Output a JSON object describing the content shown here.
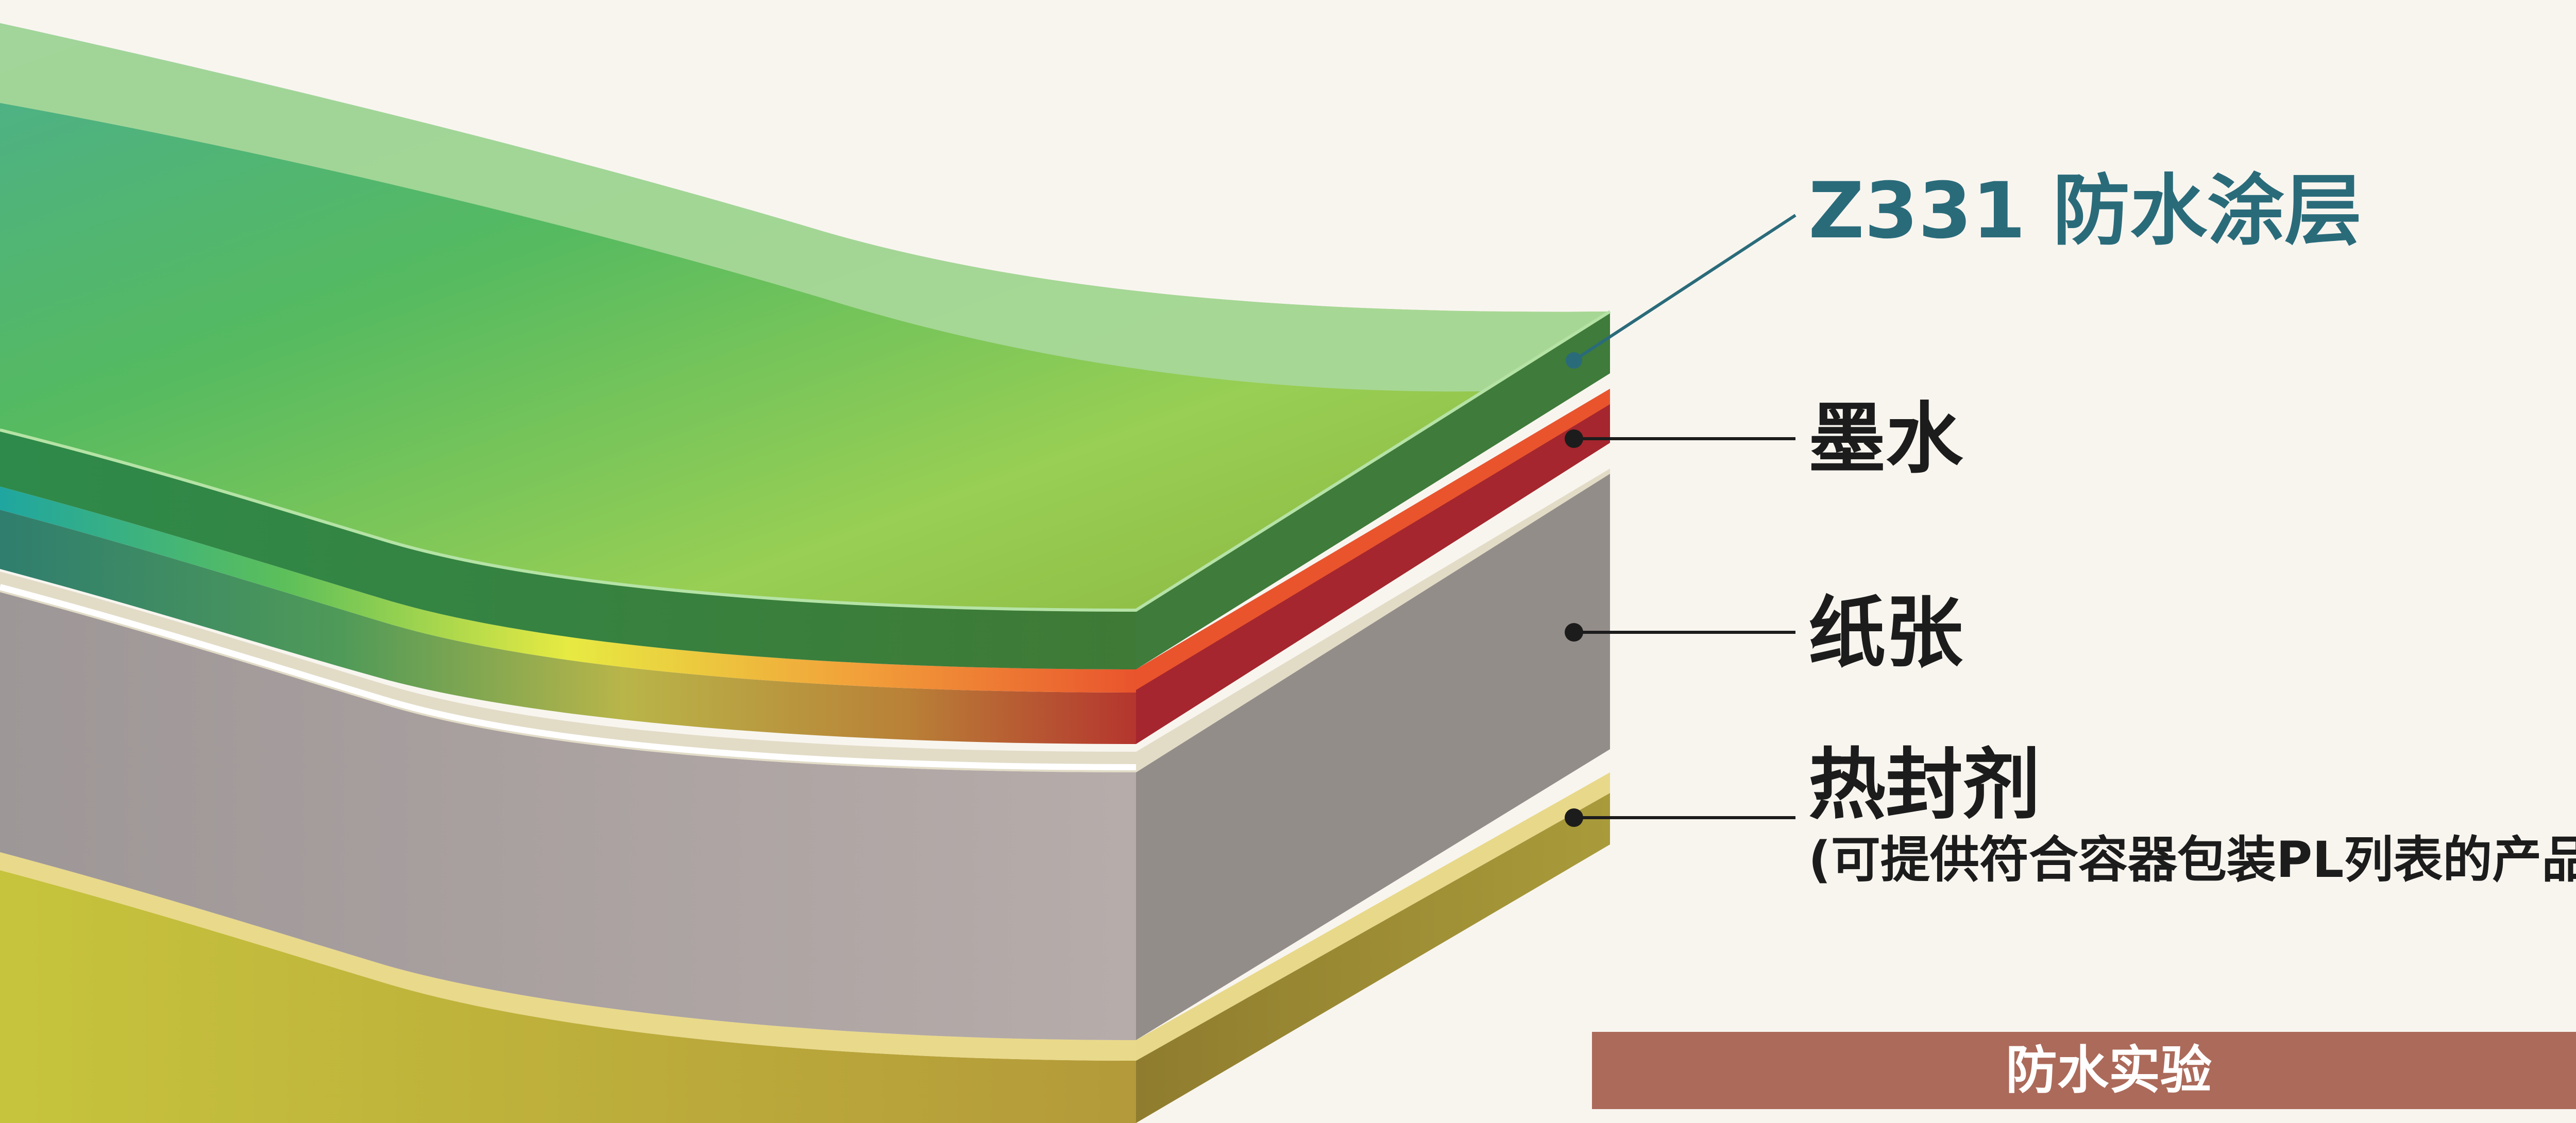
{
  "layers": {
    "coating": "Z331 防水涂层",
    "ink": "墨水",
    "paper": "纸张",
    "sealant": "热封剂",
    "sealant_note": "(可提供符合容器包装PL列表的产品)"
  },
  "footer": {
    "label": "防水实验"
  },
  "colors": {
    "background": "#f8f5ef",
    "coating": "#5ab96c",
    "ink": "#e9542d",
    "paper": "#a9a19f",
    "sealant": "#c9b53c",
    "footer_bar": "#ac6a5a",
    "coating_label": "#2a6b7a"
  }
}
